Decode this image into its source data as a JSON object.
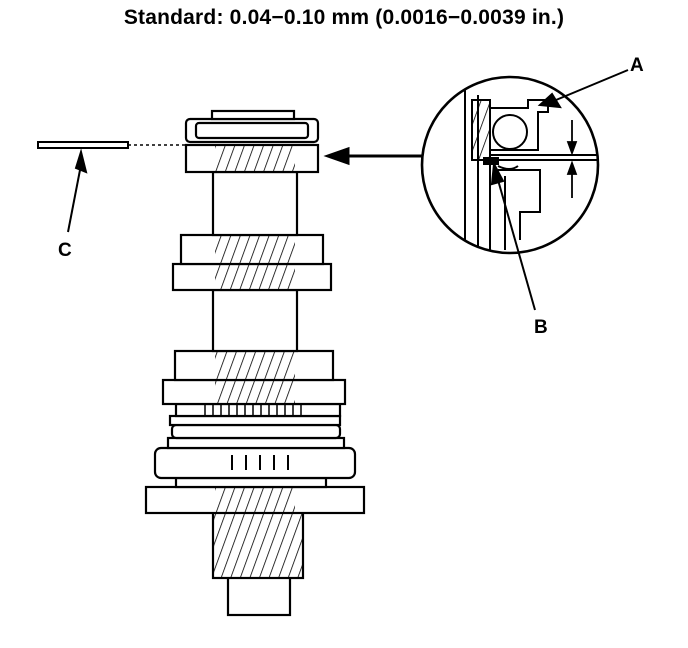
{
  "title": "Standard: 0.04−0.10 mm (0.0016−0.0039 in.)",
  "callouts": {
    "a": "A",
    "b": "B",
    "c": "C"
  }
}
